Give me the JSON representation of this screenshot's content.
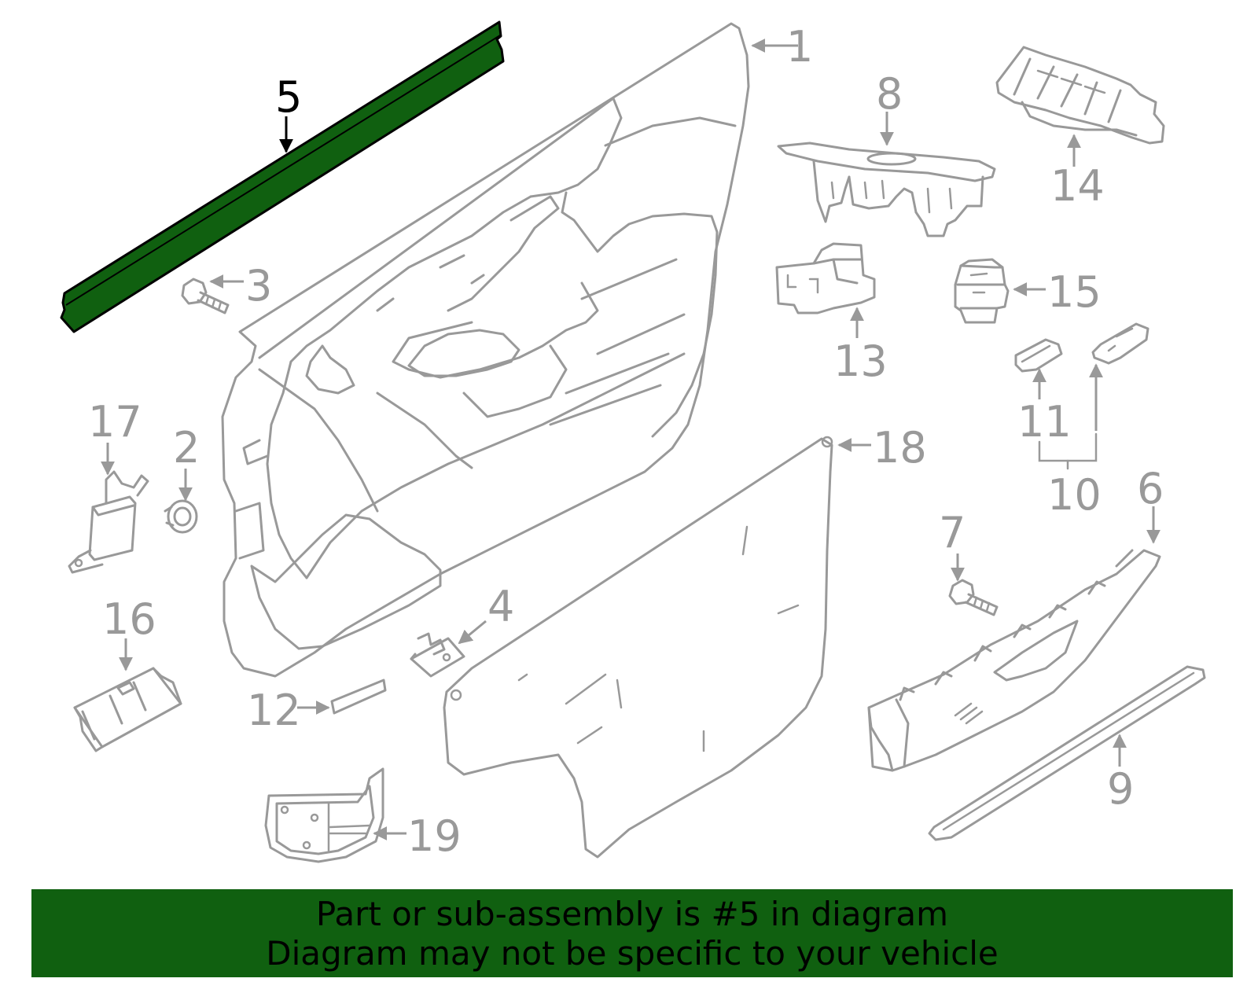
{
  "callouts": {
    "c1": "1",
    "c2": "2",
    "c3": "3",
    "c4": "4",
    "c5": "5",
    "c6": "6",
    "c7": "7",
    "c8": "8",
    "c9": "9",
    "c10": "10",
    "c11": "11",
    "c12": "12",
    "c13": "13",
    "c14": "14",
    "c15": "15",
    "c16": "16",
    "c17": "17",
    "c18": "18",
    "c19": "19"
  },
  "banner": {
    "line1": "Part or sub-assembly is #5 in diagram",
    "line2": "Diagram may not be specific to your vehicle"
  },
  "colors": {
    "highlight": "#106010",
    "line": "#999999",
    "active_line": "#000000"
  }
}
